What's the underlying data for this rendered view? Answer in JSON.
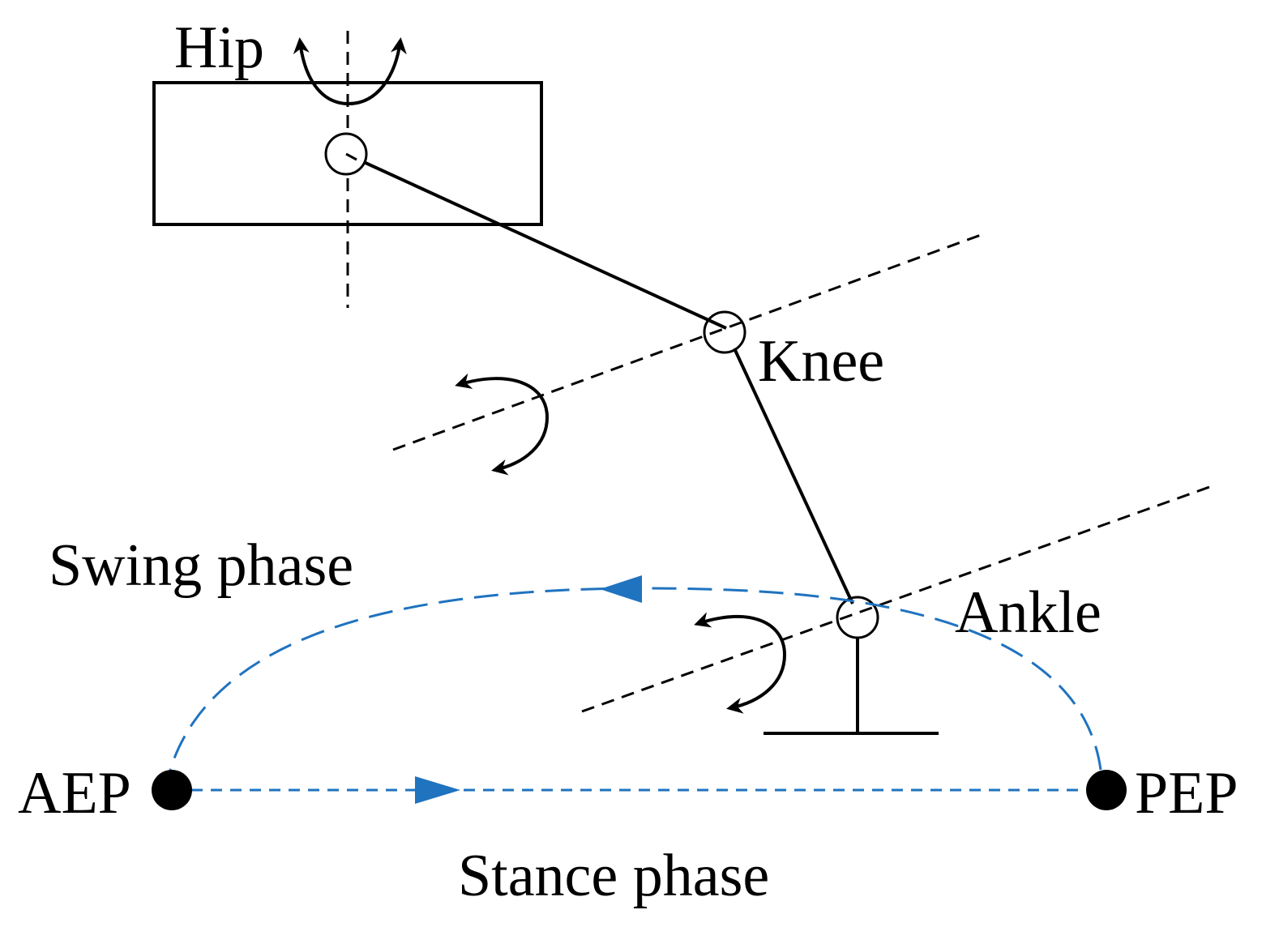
{
  "labels": {
    "hip": "Hip",
    "knee": "Knee",
    "ankle": "Ankle",
    "swing_phase": "Swing phase",
    "stance_phase": "Stance phase",
    "aep": "AEP",
    "pep": "PEP"
  },
  "colors": {
    "ink": "#000000",
    "trajectory": "#1f73bf",
    "background": "#ffffff"
  }
}
